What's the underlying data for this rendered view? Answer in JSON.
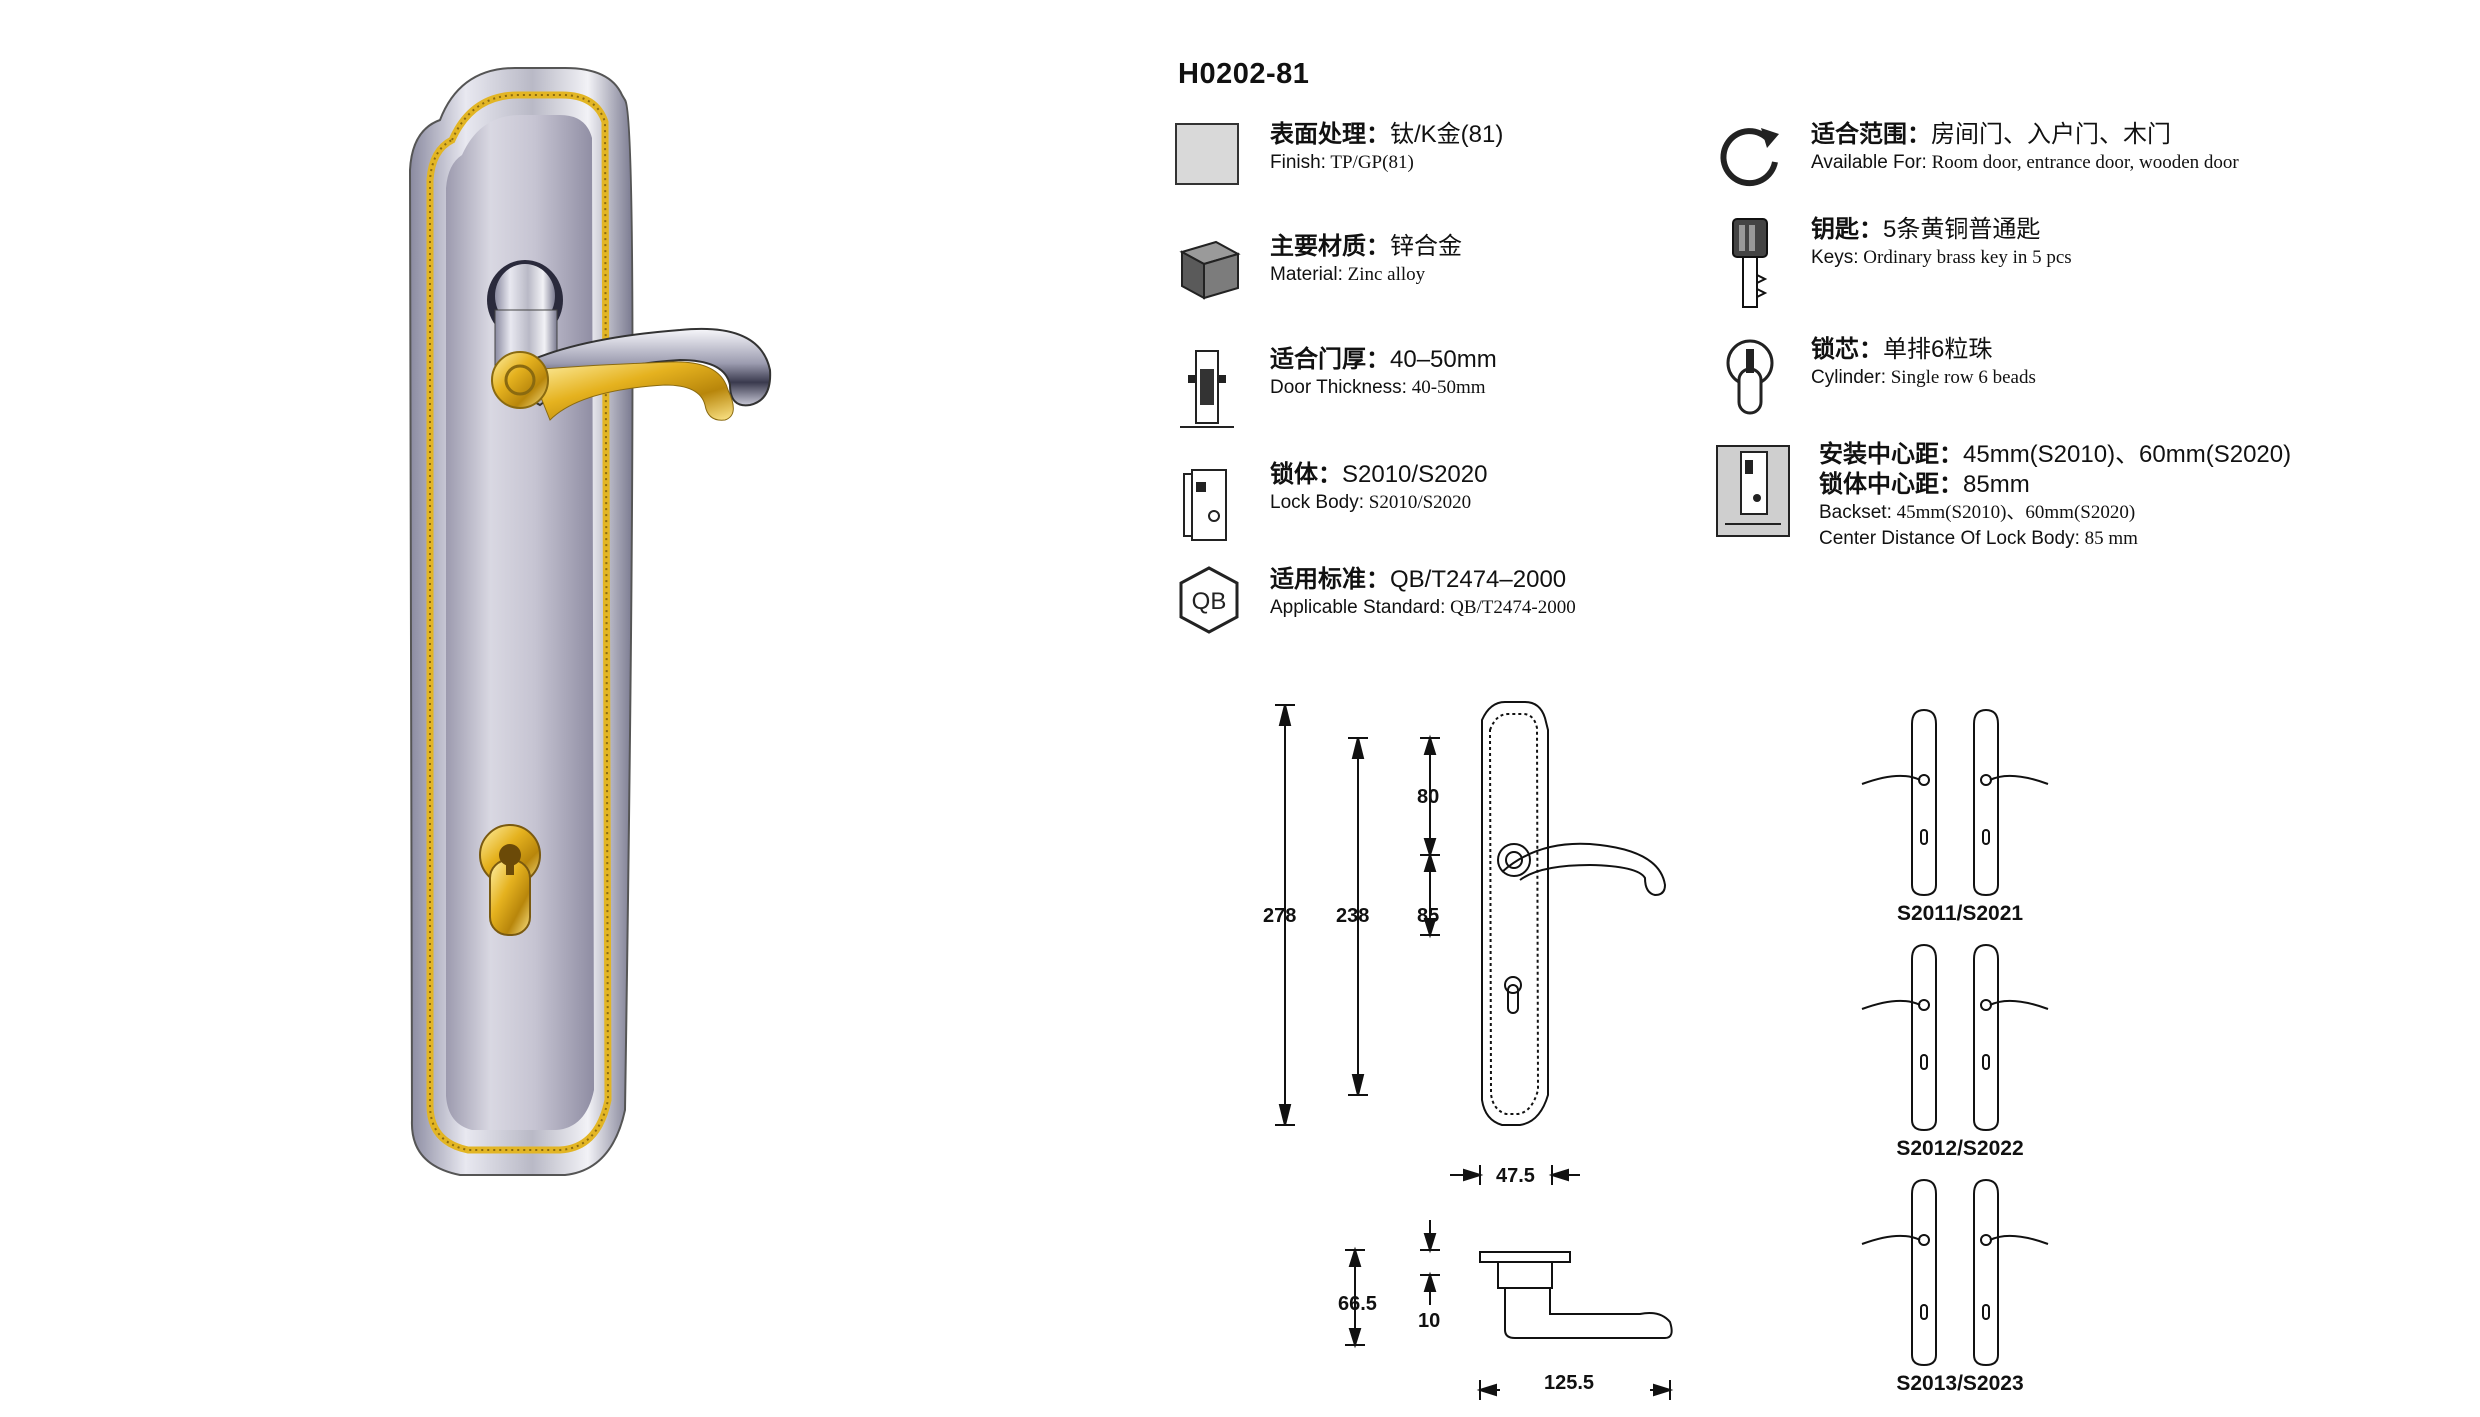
{
  "product": {
    "code": "H0202-81"
  },
  "specs": [
    {
      "id": "finish",
      "zh_label": "表面处理：",
      "zh_value": "钛/K金(81)",
      "en_label": "Finish:",
      "en_value": " TP/GP(81)",
      "icon": "finish-swatch-icon"
    },
    {
      "id": "material",
      "zh_label": "主要材质：",
      "zh_value": "锌合金",
      "en_label": "Material:",
      "en_value": " Zinc alloy",
      "icon": "material-cube-icon"
    },
    {
      "id": "thickness",
      "zh_label": "适合门厚：",
      "zh_value": "40–50mm",
      "en_label": "Door Thickness:",
      "en_value": " 40-50mm",
      "icon": "door-thickness-icon"
    },
    {
      "id": "lockbody",
      "zh_label": "锁体：",
      "zh_value": "S2010/S2020",
      "en_label": "Lock Body:",
      "en_value": " S2010/S2020",
      "icon": "lock-body-icon"
    },
    {
      "id": "standard",
      "zh_label": "适用标准：",
      "zh_value": "QB/T2474–2000",
      "en_label": "Applicable Standard:",
      "en_value": " QB/T2474-2000",
      "icon": "qb-standard-icon"
    },
    {
      "id": "available",
      "zh_label": "适合范围：",
      "zh_value": "房间门、入户门、木门",
      "en_label": "Available For:",
      "en_value": " Room door, entrance door, wooden door",
      "icon": "rotate-arrow-icon"
    },
    {
      "id": "keys",
      "zh_label": "钥匙：",
      "zh_value": "5条黄铜普通匙",
      "en_label": "Keys:",
      "en_value": " Ordinary brass key in 5 pcs",
      "icon": "key-icon"
    },
    {
      "id": "cylinder",
      "zh_label": "锁芯：",
      "zh_value": "单排6粒珠",
      "en_label": "Cylinder:",
      "en_value": " Single row 6 beads",
      "icon": "cylinder-icon"
    }
  ],
  "backset": {
    "zh_label1": "安装中心距：",
    "zh_value1": "45mm(S2010)、60mm(S2020)",
    "zh_label2": "锁体中心距：",
    "zh_value2": "85mm",
    "en_label1": "Backset:",
    "en_value1": " 45mm(S2010)、60mm(S2020)",
    "en_label2": "Center Distance Of Lock Body:",
    "en_value2": " 85 mm",
    "icon": "backset-lock-icon"
  },
  "dimensions": {
    "total_height": "278",
    "plate_height": "238",
    "upper": "80",
    "lower": "85",
    "width": "47.5",
    "handle_height": "66.5",
    "rose_thickness": "10",
    "handle_length": "125.5"
  },
  "variants": [
    "S2011/S2021",
    "S2012/S2022",
    "S2013/S2023"
  ],
  "colors": {
    "gold": "#d4a017",
    "silver": "#c9c9d3",
    "text": "#111111"
  }
}
